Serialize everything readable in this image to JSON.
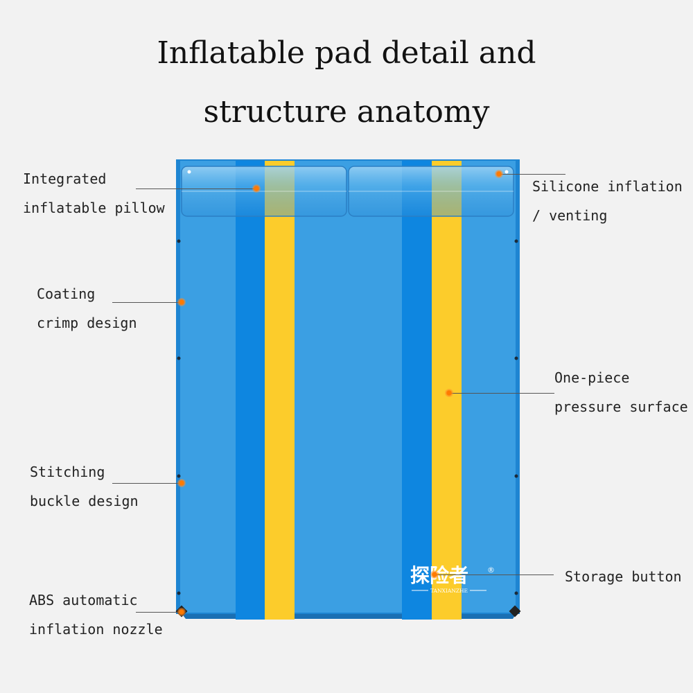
{
  "title": {
    "line1": "Inflatable pad detail and",
    "line2": "structure anatomy"
  },
  "callouts": {
    "pillow": {
      "line1": "Integrated",
      "line2": "inflatable pillow"
    },
    "coating": {
      "line1": "Coating",
      "line2": "crimp design"
    },
    "stitching": {
      "line1": "Stitching",
      "line2": "buckle design"
    },
    "nozzle": {
      "line1": "ABS automatic",
      "line2": "inflation nozzle"
    },
    "silicone": {
      "line1": "Silicone inflation",
      "line2": "/ venting"
    },
    "pressure": {
      "line1": "One-piece",
      "line2": "pressure surface"
    },
    "storage": {
      "line1": "Storage button"
    }
  },
  "brand": {
    "name": "探险者",
    "sub": "TANXIANZHE",
    "mark": "®"
  },
  "colors": {
    "mat_blue": "#3b9fe3",
    "stripe_blue": "#0e86e0",
    "stripe_yellow": "#fccc2b",
    "border_blue": "#1e85d2",
    "marker_orange": "#ff7a00"
  }
}
